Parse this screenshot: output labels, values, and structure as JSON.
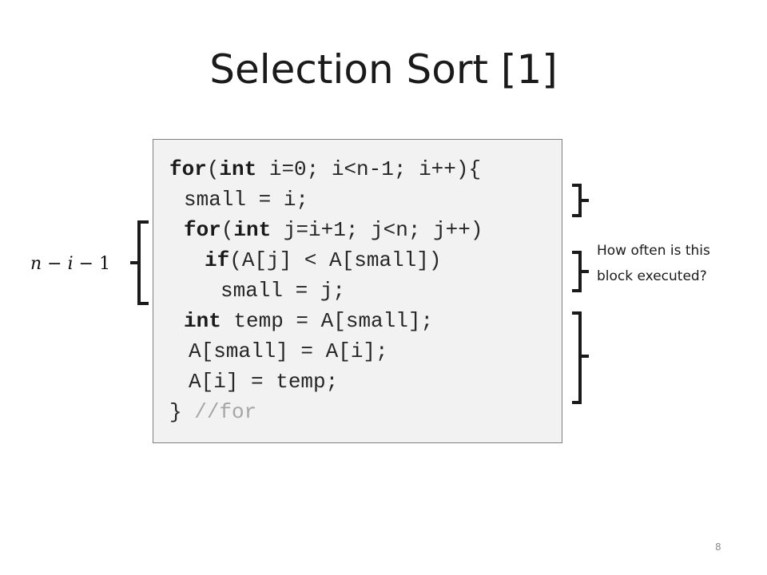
{
  "slide": {
    "title": "Selection Sort [1]",
    "page_number": "8"
  },
  "code": {
    "line1": {
      "kw1": "for",
      "t1": "(",
      "kw2": "int",
      "t2": " i=0; i<n-1; i++){"
    },
    "line2": {
      "t1": "small = i;"
    },
    "line3": {
      "kw1": "for",
      "t1": "(",
      "kw2": "int",
      "t2": " j=i+1; j<n; j++)"
    },
    "line4": {
      "kw1": "if",
      "t1": "(A[j] < A[small])"
    },
    "line5": {
      "t1": "small = j;"
    },
    "line6": {
      "kw1": "int",
      "t1": " temp = A[small];"
    },
    "line7": {
      "t1": "A[small] = A[i];"
    },
    "line8": {
      "t1": "A[i] = temp;"
    },
    "line9": {
      "t1": "} ",
      "comment": "//for"
    }
  },
  "annotations": {
    "inner_loop_count": {
      "n": "n",
      "minus1": " − ",
      "i": "i",
      "minus2": " − ",
      "one": "1"
    },
    "question": "How often is this block executed?"
  }
}
